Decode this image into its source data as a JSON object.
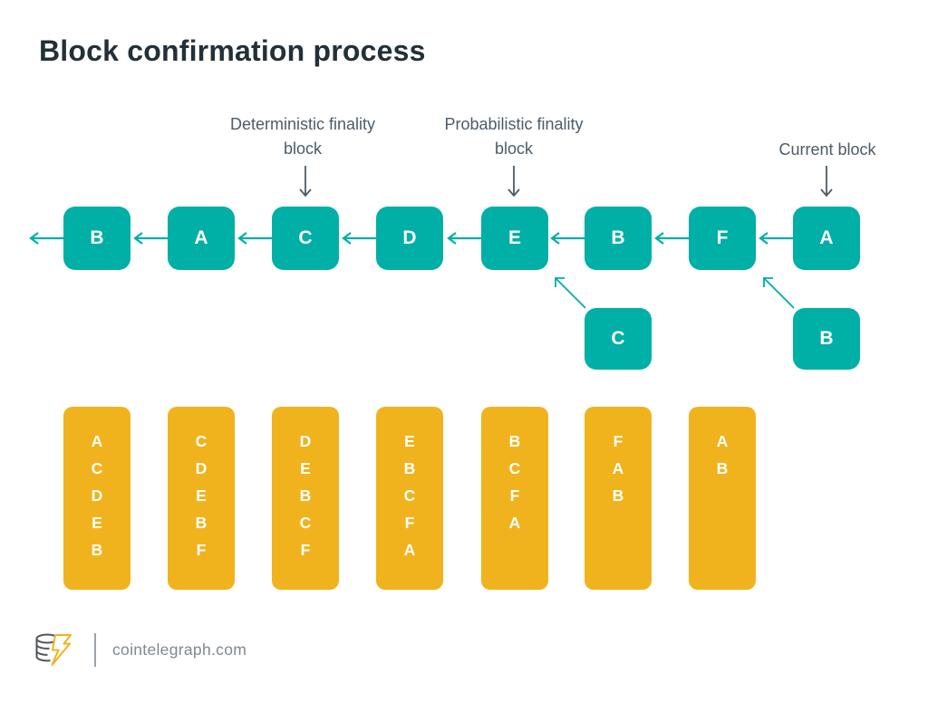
{
  "title": "Block confirmation process",
  "annotations": {
    "deterministic": "Deterministic finality block",
    "probabilistic": "Probabilistic finality block",
    "current": "Current block"
  },
  "chain": [
    "B",
    "A",
    "C",
    "D",
    "E",
    "B",
    "F",
    "A"
  ],
  "fork_blocks": [
    "C",
    "B"
  ],
  "confirmation_columns": [
    [
      "A",
      "C",
      "D",
      "E",
      "B"
    ],
    [
      "C",
      "D",
      "E",
      "B",
      "F"
    ],
    [
      "D",
      "E",
      "B",
      "C",
      "F"
    ],
    [
      "E",
      "B",
      "C",
      "F",
      "A"
    ],
    [
      "B",
      "C",
      "F",
      "A"
    ],
    [
      "F",
      "A",
      "B"
    ],
    [
      "A",
      "B"
    ]
  ],
  "footer": {
    "site": "cointelegraph.com"
  },
  "colors": {
    "teal": "#00AFA6",
    "yellow": "#F1B31D",
    "title": "#243038",
    "label": "#4D5B68",
    "arrow-dark": "#4D5B68",
    "footer-text": "#7F8990"
  }
}
